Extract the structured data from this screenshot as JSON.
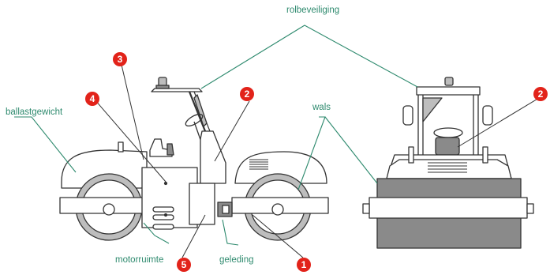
{
  "labels": {
    "rolbeveiliging": "rolbeveiliging",
    "ballastgewicht": "ballastgewicht",
    "wals": "wals",
    "motorruimte": "motorruimte",
    "geleding": "geleding"
  },
  "markers": {
    "m1": "1",
    "m2_side": "2",
    "m2_front": "2",
    "m3": "3",
    "m4": "4",
    "m5": "5"
  },
  "colors": {
    "leader_line": "#2e8a6e",
    "marker": "#e2231a",
    "machine_fill": "#ffffff",
    "machine_stroke": "#333333",
    "shade": "#bdbdbd",
    "dark_shade": "#8a8a8a"
  }
}
